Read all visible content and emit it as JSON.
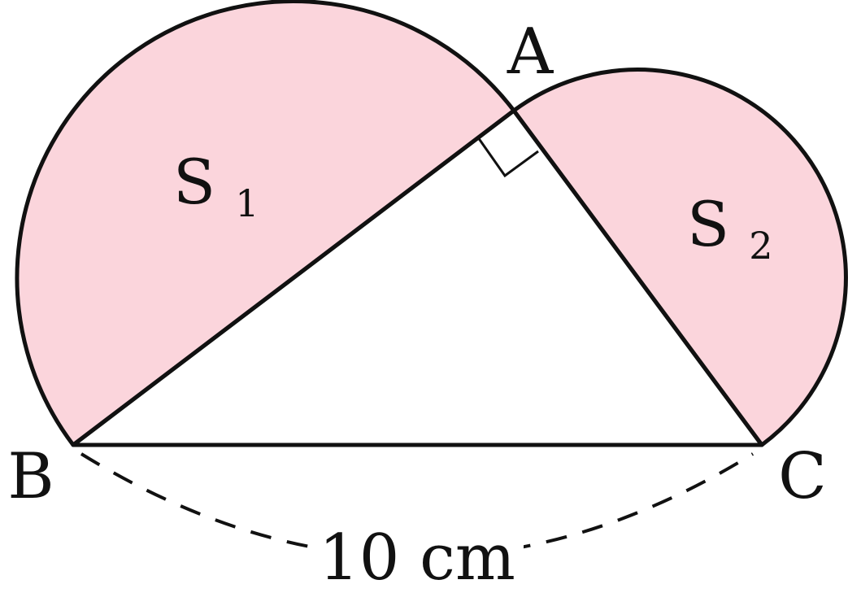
{
  "diagram": {
    "vertices": {
      "a": "A",
      "b": "B",
      "c": "C"
    },
    "regions": {
      "s1": {
        "letter": "S",
        "subscript": "1"
      },
      "s2": {
        "letter": "S",
        "subscript": "2"
      }
    },
    "base_length": "10 cm",
    "colors": {
      "fill": "#fbd5dc",
      "stroke": "#111111"
    }
  }
}
